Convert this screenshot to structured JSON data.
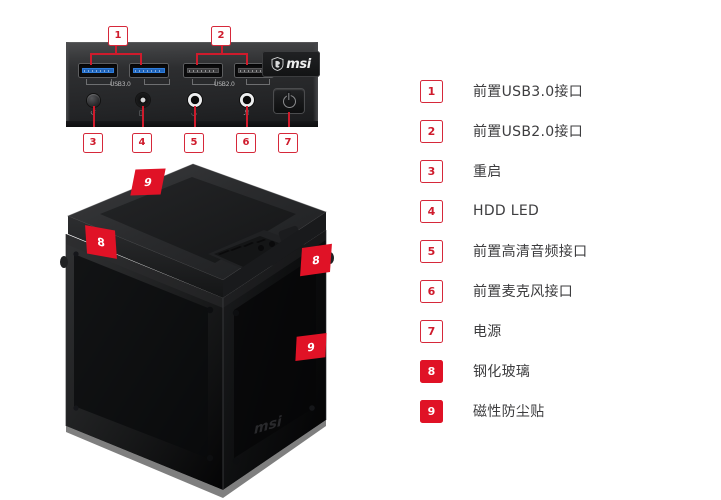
{
  "page": {
    "background_color": "#ffffff",
    "accent_red": "#cf1b2c",
    "badge_fill_red": "#e01226",
    "text_color": "#3d3d3f"
  },
  "io_panel": {
    "brand": "msi",
    "brand_icon": "msi-dragon-shield-icon",
    "usb3_caption": "USB3.0",
    "usb2_caption": "USB2.0",
    "ports": [
      {
        "name": "usb3-port-1",
        "type": "USB 3.0"
      },
      {
        "name": "usb3-port-2",
        "type": "USB 3.0"
      },
      {
        "name": "usb2-port-1",
        "type": "USB 2.0"
      },
      {
        "name": "usb2-port-2",
        "type": "USB 2.0"
      }
    ],
    "controls": [
      {
        "name": "reset-button",
        "symbol": "↺"
      },
      {
        "name": "hdd-led",
        "symbol": "◯"
      },
      {
        "name": "audio-jack",
        "symbol": "☉"
      },
      {
        "name": "mic-jack",
        "symbol": "♀"
      }
    ],
    "power_button_label": "⏻",
    "callouts": [
      {
        "id": "1",
        "target": "usb3-ports"
      },
      {
        "id": "2",
        "target": "usb2-ports"
      },
      {
        "id": "3",
        "target": "reset-button"
      },
      {
        "id": "4",
        "target": "hdd-led"
      },
      {
        "id": "5",
        "target": "audio-jack"
      },
      {
        "id": "6",
        "target": "mic-jack"
      },
      {
        "id": "7",
        "target": "power-button"
      }
    ]
  },
  "case_photo": {
    "brand_mark": "msi",
    "badges": [
      {
        "id": "9",
        "position": "top-panel"
      },
      {
        "id": "8",
        "position": "left-glass-panel"
      },
      {
        "id": "8",
        "position": "right-glass-panel"
      },
      {
        "id": "9",
        "position": "right-lower-panel"
      }
    ]
  },
  "legend": {
    "items": [
      {
        "id": "1",
        "label": "前置USB3.0接口",
        "style": "outline"
      },
      {
        "id": "2",
        "label": "前置USB2.0接口",
        "style": "outline"
      },
      {
        "id": "3",
        "label": "重启",
        "style": "outline"
      },
      {
        "id": "4",
        "label": "HDD LED",
        "style": "outline"
      },
      {
        "id": "5",
        "label": "前置高清音频接口",
        "style": "outline"
      },
      {
        "id": "6",
        "label": "前置麦克风接口",
        "style": "outline"
      },
      {
        "id": "7",
        "label": "电源",
        "style": "outline"
      },
      {
        "id": "8",
        "label": "钢化玻璃",
        "style": "filled"
      },
      {
        "id": "9",
        "label": "磁性防尘贴",
        "style": "filled"
      }
    ]
  }
}
